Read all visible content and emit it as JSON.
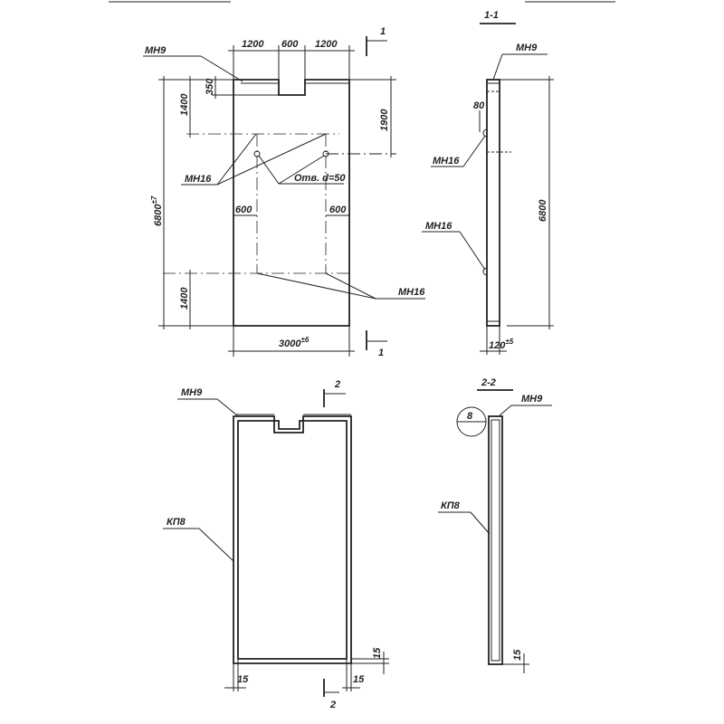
{
  "plan_view": {
    "dims_top": [
      "1200",
      "600",
      "1200"
    ],
    "dim_height": "6800",
    "dim_height_tol": "±7",
    "dim_upper_1400": "1400",
    "dim_350": "350",
    "dim_lower_1400": "1400",
    "dim_1900": "1900",
    "dim_600_left": "600",
    "dim_600_right": "600",
    "dim_width": "3000",
    "dim_width_tol": "±6",
    "label_mn9": "МН9",
    "label_mn16_upper": "МН16",
    "label_hole": "Отв. d=50",
    "label_mn16_lower": "МН16",
    "section_mark_top": "1",
    "section_mark_bottom": "1"
  },
  "section_1_1": {
    "title": "1-1",
    "label_mn9": "МН9",
    "dim_80": "80",
    "label_mn16_upper": "МН16",
    "label_mn16_lower": "МН16",
    "dim_height": "6800",
    "dim_thickness": "120",
    "dim_thickness_tol": "±5"
  },
  "reinforcement_view": {
    "label_mn9": "МН9",
    "label_kp8": "КП8",
    "section_mark_top": "2",
    "section_mark_bottom": "2",
    "dim_15_left": "15",
    "dim_15_right": "15",
    "dim_15_bottom": "15"
  },
  "section_2_2": {
    "title": "2-2",
    "label_mn9": "МН9",
    "label_kp8": "КП8",
    "callout_8": "8",
    "dim_15": "15"
  }
}
